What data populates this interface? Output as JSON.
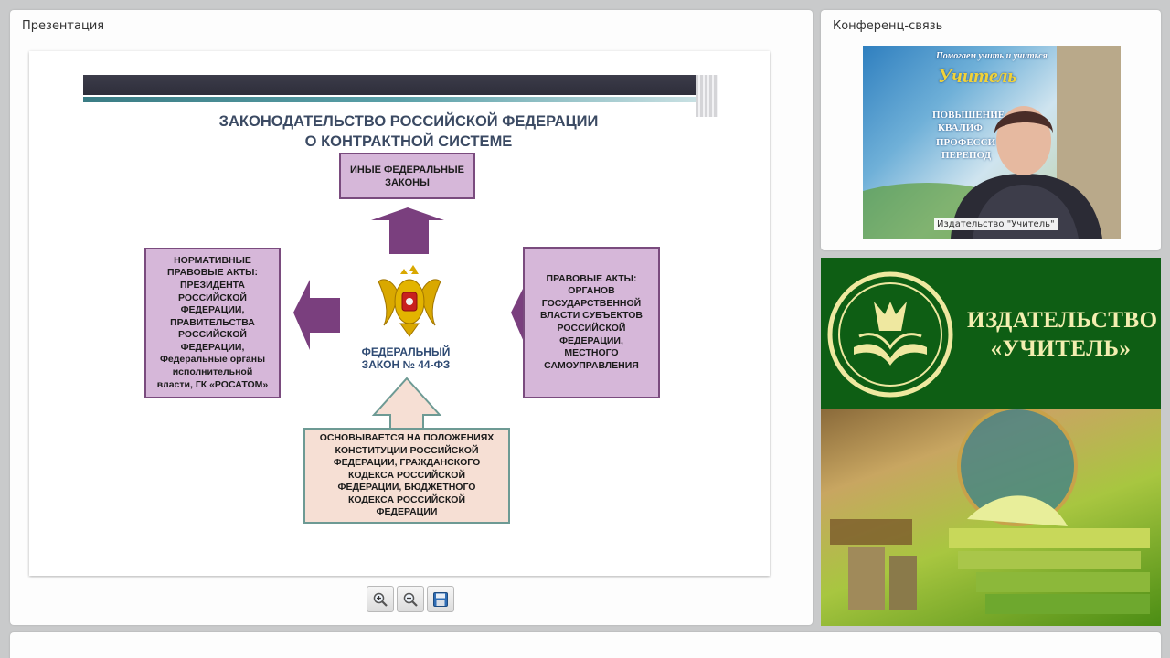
{
  "presentation": {
    "panel_title": "Презентация",
    "slide": {
      "title_line1": "ЗАКОНОДАТЕЛЬСТВО РОССИЙСКОЙ ФЕДЕРАЦИИ",
      "title_line2": "О КОНТРАКТНОЙ СИСТЕМЕ",
      "box_top": [
        "ИНЫЕ ФЕДЕРАЛЬНЫЕ",
        "ЗАКОНЫ"
      ],
      "box_left": [
        "НОРМАТИВНЫЕ",
        "ПРАВОВЫЕ АКТЫ:",
        "ПРЕЗИДЕНТА",
        "РОССИЙСКОЙ",
        "ФЕДЕРАЦИИ,",
        "ПРАВИТЕЛЬСТВА",
        "РОССИЙСКОЙ",
        "ФЕДЕРАЦИИ,",
        "Федеральные органы",
        "исполнительной",
        "власти, ГК «РОСАТОМ»"
      ],
      "box_right": [
        "ПРАВОВЫЕ АКТЫ:",
        "ОРГАНОВ",
        "ГОСУДАРСТВЕННОЙ",
        "ВЛАСТИ СУБЪЕКТОВ",
        "РОССИЙСКОЙ",
        "ФЕДЕРАЦИИ,",
        "МЕСТНОГО",
        "САМОУПРАВЛЕНИЯ"
      ],
      "box_bottom": [
        "ОСНОВЫВАЕТСЯ НА ПОЛОЖЕНИЯХ",
        "КОНСТИТУЦИИ РОССИЙСКОЙ",
        "ФЕДЕРАЦИИ, ГРАЖДАНСКОГО",
        "КОДЕКСА РОССИЙСКОЙ",
        "ФЕДЕРАЦИИ, БЮДЖЕТНОГО",
        "КОДЕКСА РОССИЙСКОЙ",
        "ФЕДЕРАЦИИ"
      ],
      "center_line1": "ФЕДЕРАЛЬНЫЙ",
      "center_line2": "ЗАКОН № 44-ФЗ"
    },
    "toolbar": {
      "zoom_in_icon": "zoom-in-icon",
      "zoom_out_icon": "zoom-out-icon",
      "save_icon": "save-icon"
    }
  },
  "conference": {
    "panel_title": "Конференц-связь",
    "video_label": "Издательство \"Учитель\"",
    "backdrop_tagline": "Помогаем учить и учиться",
    "backdrop_brand": "Учитель",
    "backdrop_items": [
      "ПОВЫШЕНИЕ",
      "КВАЛИФ",
      "ПРОФЕССИ",
      "ПЕРЕПОД"
    ]
  },
  "banner": {
    "title_line1": "ИЗДАТЕЛЬСТВО",
    "title_line2": "«УЧИТЕЛЬ»"
  },
  "colors": {
    "accent_purple": "#7a3f7e",
    "box_lilac": "#d6b7d9",
    "box_peach": "#f6dfd4",
    "banner_green": "#0e5e14",
    "banner_text": "#f3eeb0"
  }
}
